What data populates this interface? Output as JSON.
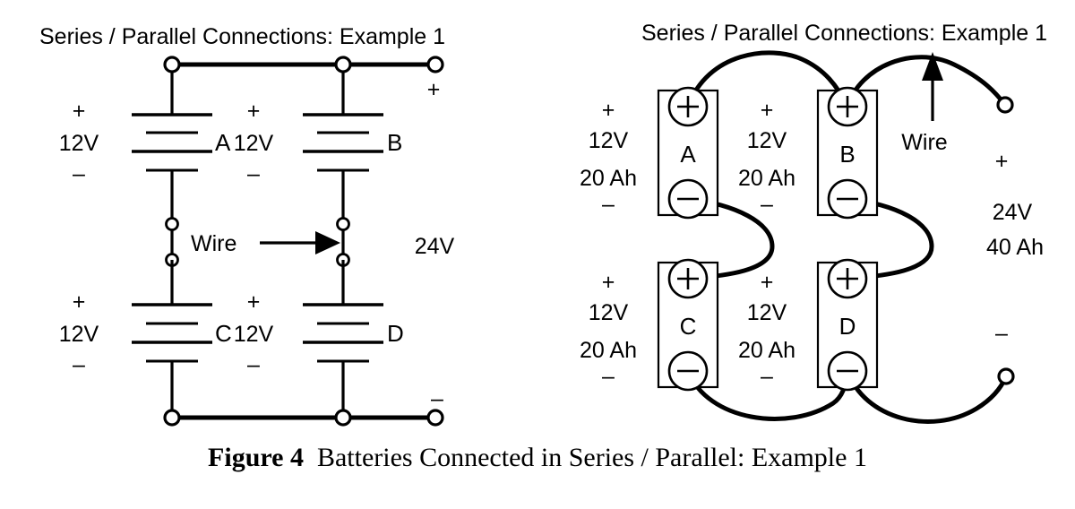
{
  "figure": {
    "caption_label": "Figure 4",
    "caption_text": "Batteries Connected in Series / Parallel:  Example 1"
  },
  "schematic": {
    "title": "Series / Parallel Connections:  Example 1",
    "batteries": [
      {
        "id": "A",
        "voltage": "12V",
        "plus": "+",
        "minus": "–"
      },
      {
        "id": "B",
        "voltage": "12V",
        "plus": "+",
        "minus": "–"
      },
      {
        "id": "C",
        "voltage": "12V",
        "plus": "+",
        "minus": "–"
      },
      {
        "id": "D",
        "voltage": "12V",
        "plus": "+",
        "minus": "–"
      }
    ],
    "wire_label": "Wire",
    "output": {
      "plus": "+",
      "voltage": "24V",
      "minus": "–"
    }
  },
  "pictorial": {
    "title": "Series / Parallel Connections:  Example 1",
    "batteries": [
      {
        "id": "A",
        "voltage": "12V",
        "capacity": "20 Ah",
        "plus": "+",
        "minus": "–"
      },
      {
        "id": "B",
        "voltage": "12V",
        "capacity": "20 Ah",
        "plus": "+",
        "minus": "–"
      },
      {
        "id": "C",
        "voltage": "12V",
        "capacity": "20 Ah",
        "plus": "+",
        "minus": "–"
      },
      {
        "id": "D",
        "voltage": "12V",
        "capacity": "20 Ah",
        "plus": "+",
        "minus": "–"
      }
    ],
    "wire_label": "Wire",
    "output": {
      "plus": "+",
      "voltage": "24V",
      "capacity": "40 Ah",
      "minus": "–"
    }
  },
  "colors": {
    "ink": "#000000",
    "paper": "#ffffff"
  }
}
